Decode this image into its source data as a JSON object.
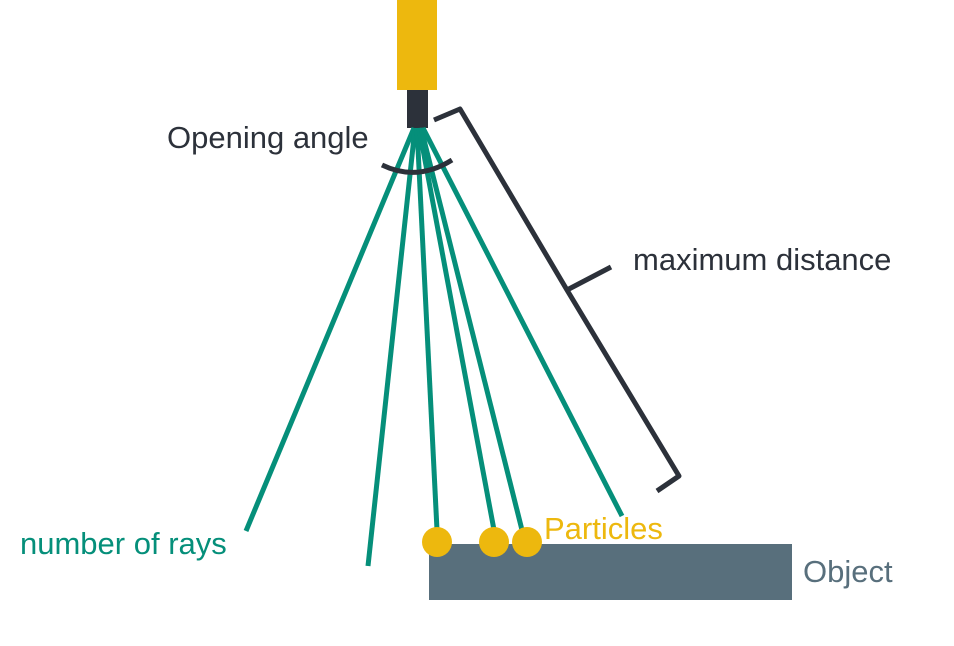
{
  "labels": {
    "opening_angle": "Opening angle",
    "maximum_distance": "maximum distance",
    "number_of_rays": "number of rays",
    "particles": "Particles",
    "object": "Object"
  },
  "colors": {
    "emitter_body": "#EDB80E",
    "emitter_nozzle": "#2C313A",
    "rays": "#058F7A",
    "particles": "#EDB80E",
    "object": "#586F7C",
    "bracket": "#2C313A",
    "dark_text": "#2C313A",
    "rays_text": "#058F7A",
    "particles_text": "#EDB80E",
    "object_text": "#586F7C"
  }
}
